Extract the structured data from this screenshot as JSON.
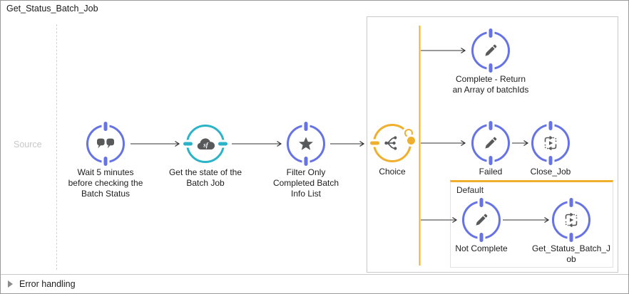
{
  "title": "Get_Status_Batch_Job",
  "source": {
    "label": "Source"
  },
  "nodes": {
    "wait": {
      "label": "Wait 5 minutes before checking the Batch Status"
    },
    "get_state": {
      "label": "Get the state of the Batch Job"
    },
    "filter": {
      "label": "Filter Only Completed Batch Info List"
    },
    "choice": {
      "label": "Choice"
    },
    "complete": {
      "label": "Complete - Return an Array of batchIds"
    },
    "failed": {
      "label": "Failed"
    },
    "close_job": {
      "label": "Close_Job"
    },
    "not_complete": {
      "label": "Not Complete"
    },
    "flow_ref": {
      "label": "Get_Status_Batch_Job"
    }
  },
  "choice_scope": {
    "default_label": "Default"
  },
  "error_handling": {
    "label": "Error handling"
  },
  "colors": {
    "accent_blue": "#6673E6",
    "accent_teal": "#2BB3C8",
    "accent_amber": "#F0AF2D",
    "icon_gray": "#58595B",
    "arrow": "#333333"
  }
}
